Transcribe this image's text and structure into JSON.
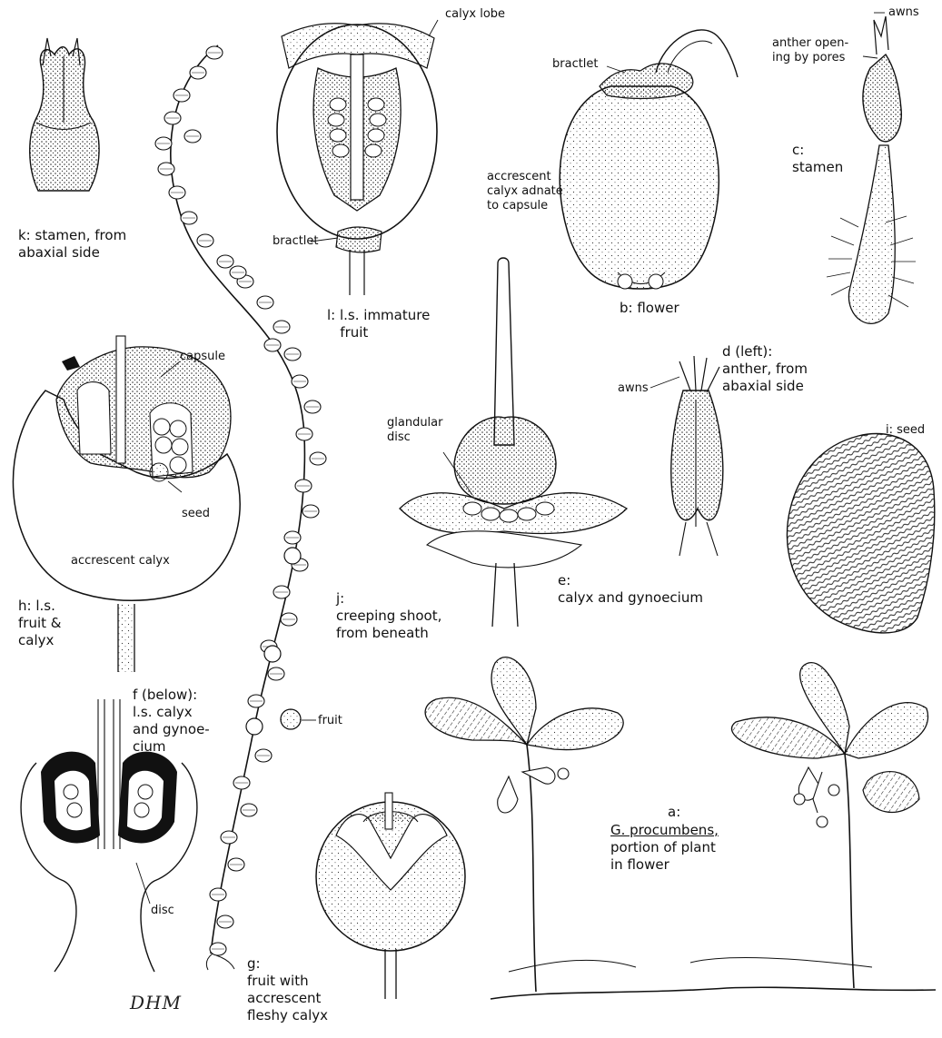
{
  "figure": {
    "labels": {
      "k": "k: stamen, from\nabaxial side",
      "calyx_lobe": "calyx lobe",
      "accrescent_adnate": "accrescent\ncalyx adnate\nto capsule",
      "bractlet_l": "bractlet",
      "l": "l: l.s. immature\n   fruit",
      "bractlet_b": "bractlet",
      "b": "b: flower",
      "awns_c": "awns",
      "anther_pores": "anther open-\ning by pores",
      "c": "c:\nstamen",
      "capsule": "capsule",
      "seed_h": "seed",
      "accrescent_calyx": "accrescent calyx",
      "h": "h: l.s.\nfruit &\ncalyx",
      "glandular_disc": "glandular\ndisc",
      "awns_d": "awns",
      "d": "d (left):\nanther, from\nabaxial side",
      "i": "i: seed",
      "e": "e:\ncalyx and gynoecium",
      "j": "j:\ncreeping shoot,\nfrom beneath",
      "fruit": "fruit",
      "f": "f (below):\nl.s. calyx\nand gynoe-\ncium",
      "disc": "disc",
      "a_letter": "a:",
      "a_species": "G. procumbens,",
      "a_desc": "portion of plant\nin flower",
      "g": "g:\nfruit with\naccrescent\nfleshy calyx"
    },
    "signature": "DHM"
  }
}
